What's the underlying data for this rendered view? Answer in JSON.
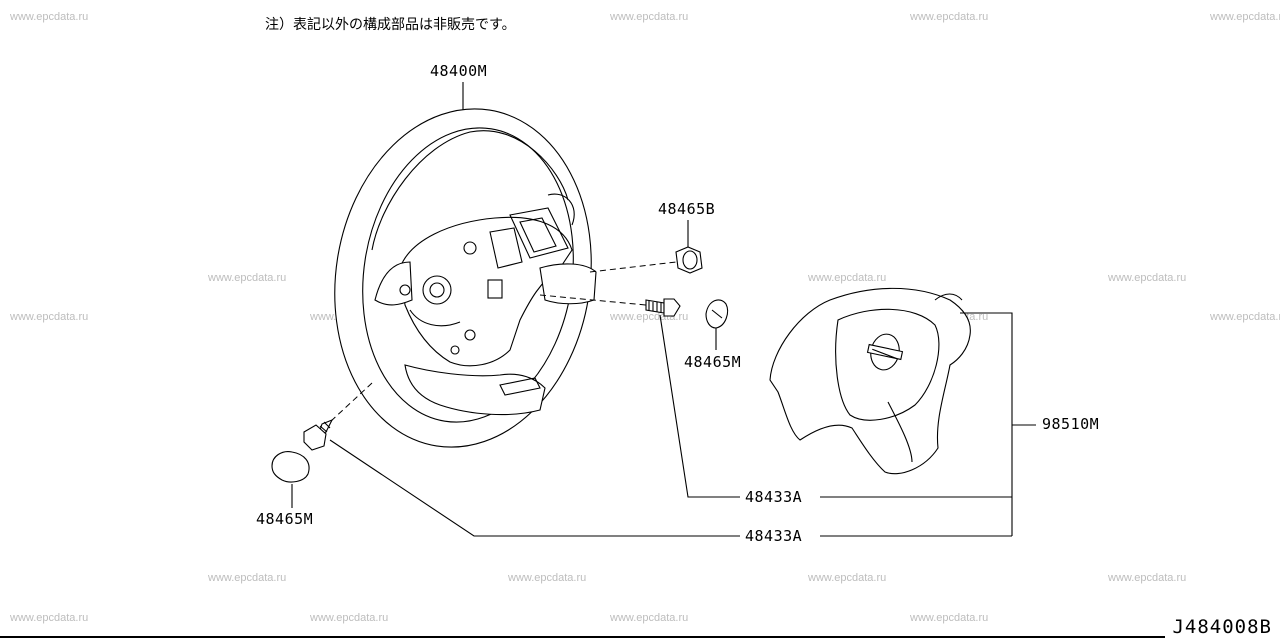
{
  "note": "注）表記以外の構成部品は非販売です。",
  "diagram_code": "J484008B",
  "watermark_text": "www.epcdata.ru",
  "labels": {
    "steering_wheel": "48400M",
    "nut": "48465B",
    "cap_right": "48465M",
    "cap_left": "48465M",
    "bolt_upper": "48433A",
    "bolt_lower": "48433A",
    "airbag_module": "98510M"
  },
  "icons": {
    "wheel": "steering-wheel-drawing",
    "airbag": "airbag-module-drawing",
    "emblem": "nissan-emblem"
  },
  "colors": {
    "line": "#000000",
    "watermark": "#bdbdbd",
    "background": "#ffffff"
  }
}
